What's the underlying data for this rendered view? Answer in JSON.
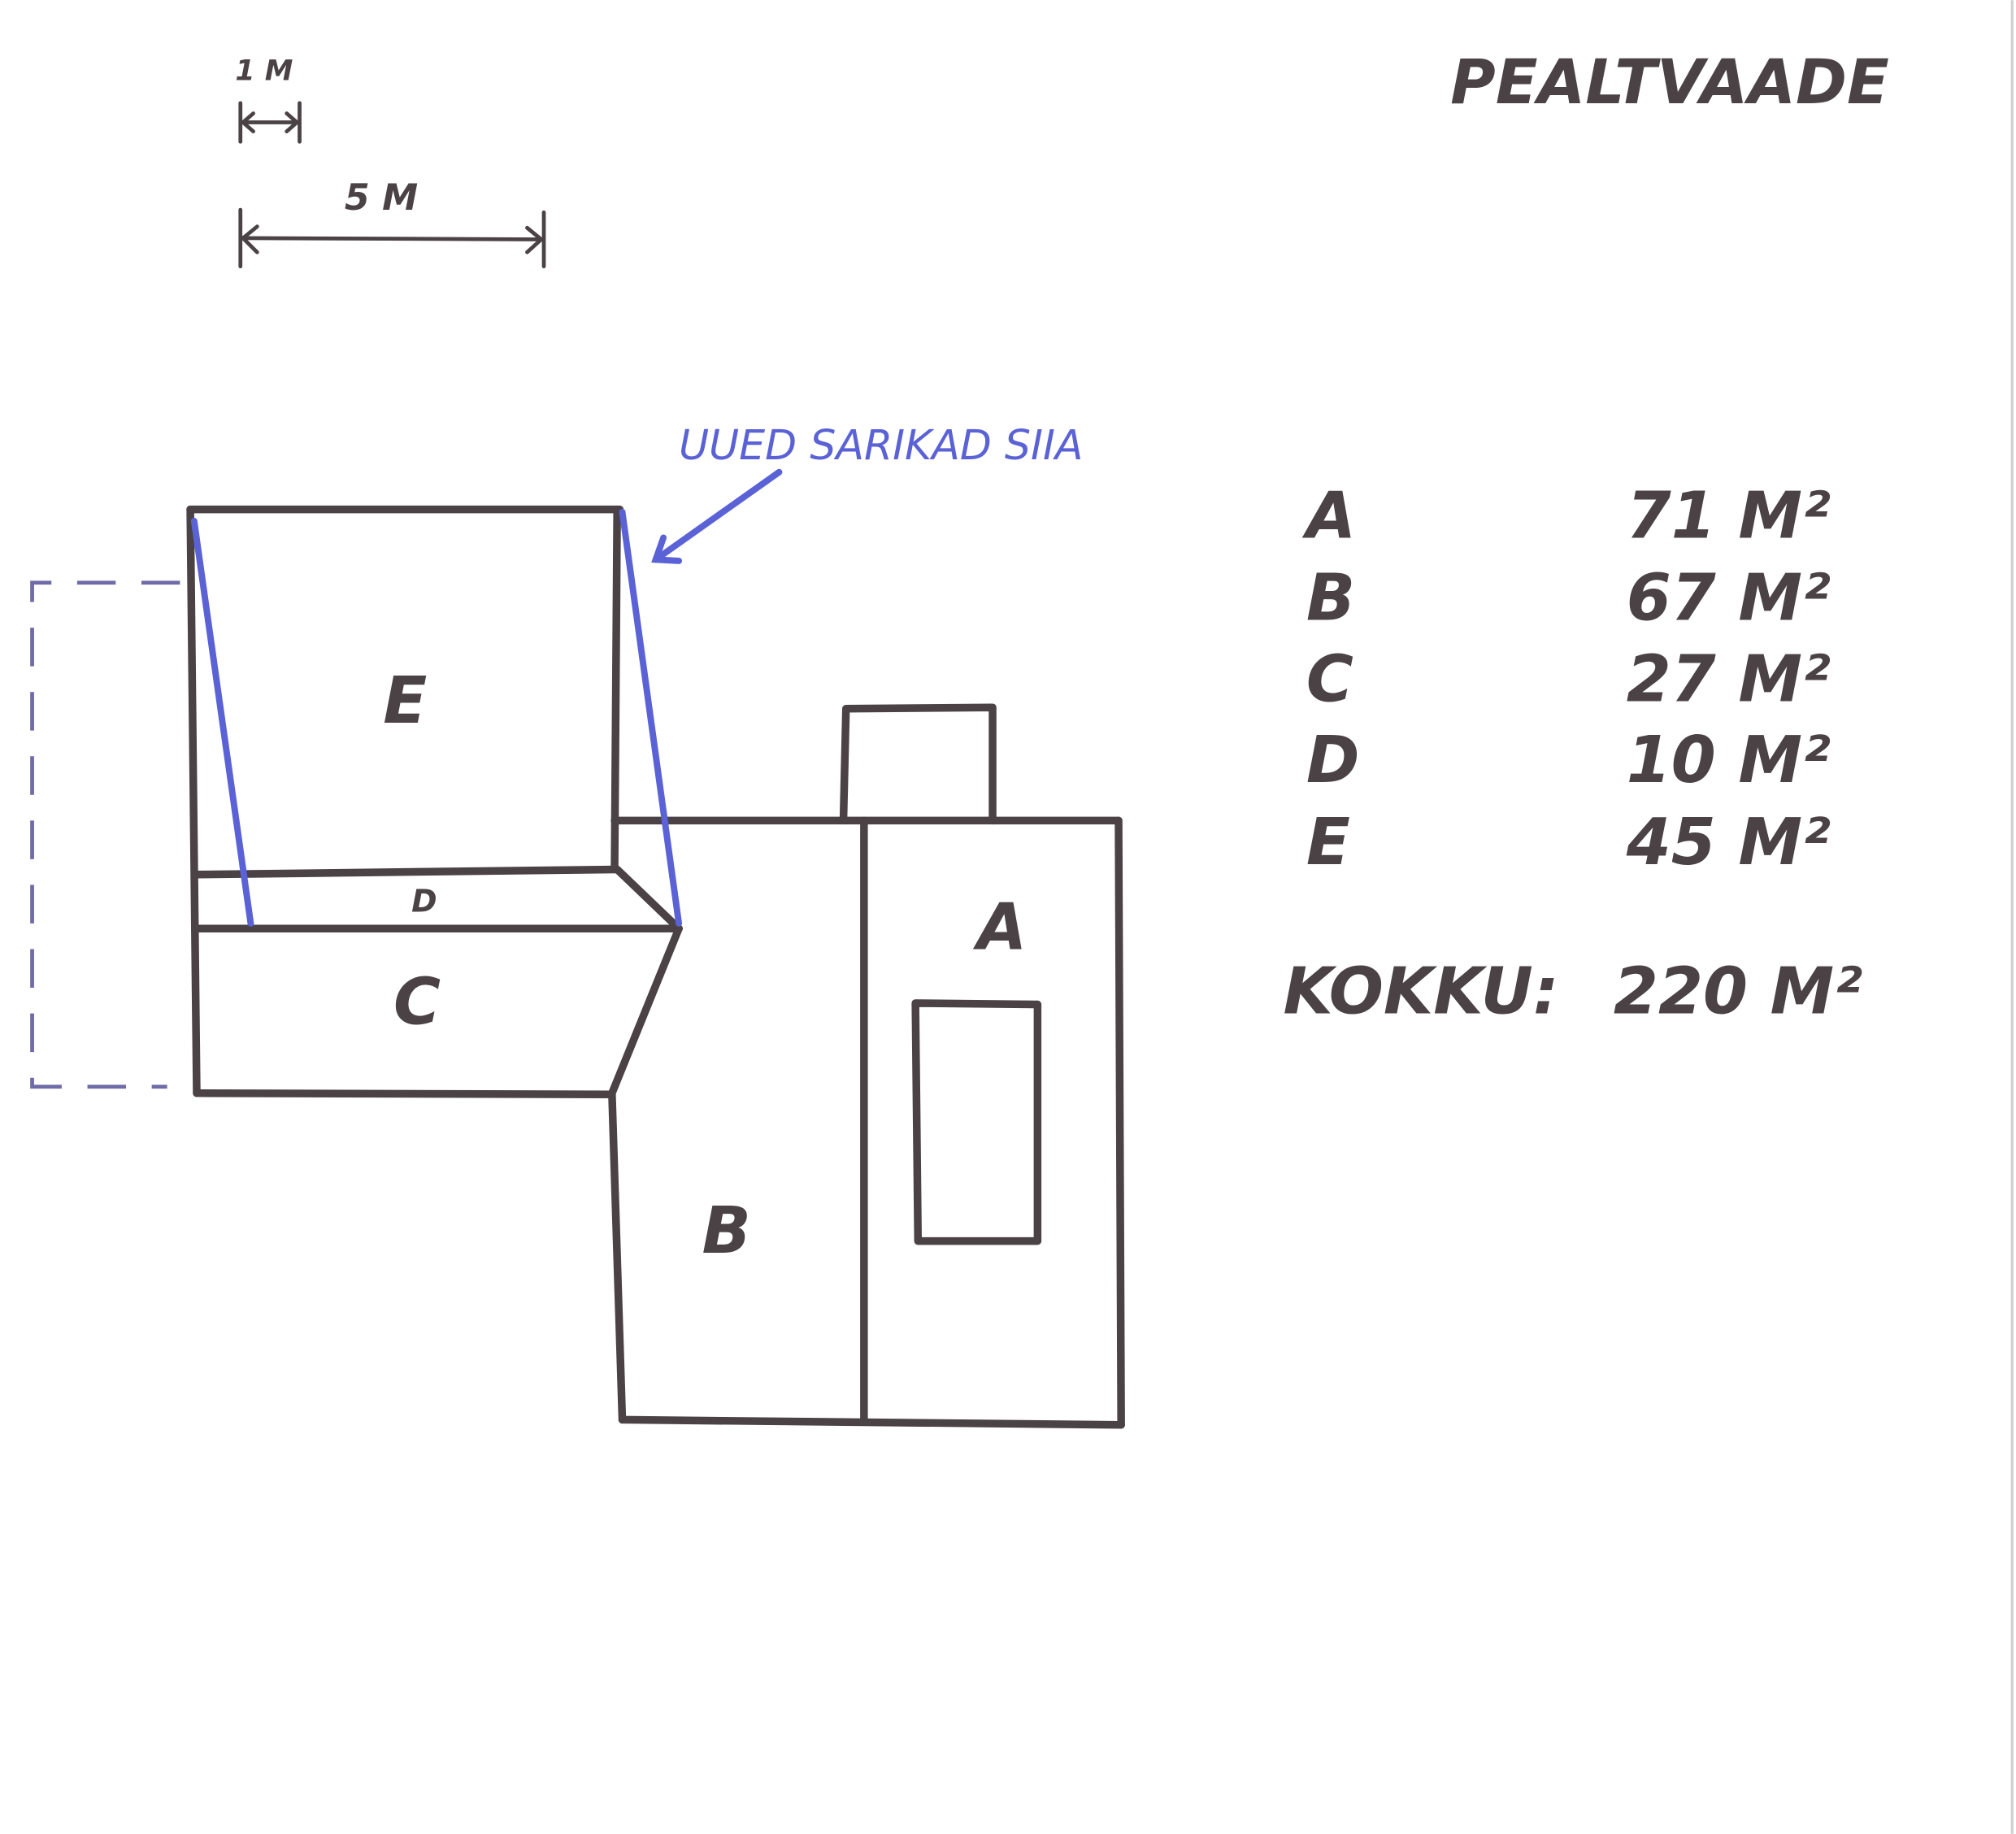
{
  "title": "PEALTVAADE",
  "scale": {
    "small_label": "1 M",
    "large_label": "5 M"
  },
  "annotation": {
    "text": "UUED SARIKAD SIIA",
    "color": "#5a62d6"
  },
  "section_labels": {
    "A": "A",
    "B": "B",
    "C": "C",
    "D": "D",
    "E": "E"
  },
  "areas": [
    {
      "label": "A",
      "value": "71  M²"
    },
    {
      "label": "B",
      "value": "67 M²"
    },
    {
      "label": "C",
      "value": "27 M²"
    },
    {
      "label": "D",
      "value": "10 M²"
    },
    {
      "label": "E",
      "value": "45 M²"
    }
  ],
  "total": {
    "label": "KOKKU:",
    "value": "220 M²"
  },
  "colors": {
    "ink": "#4a4244",
    "dashed": "#6f6aa8"
  }
}
